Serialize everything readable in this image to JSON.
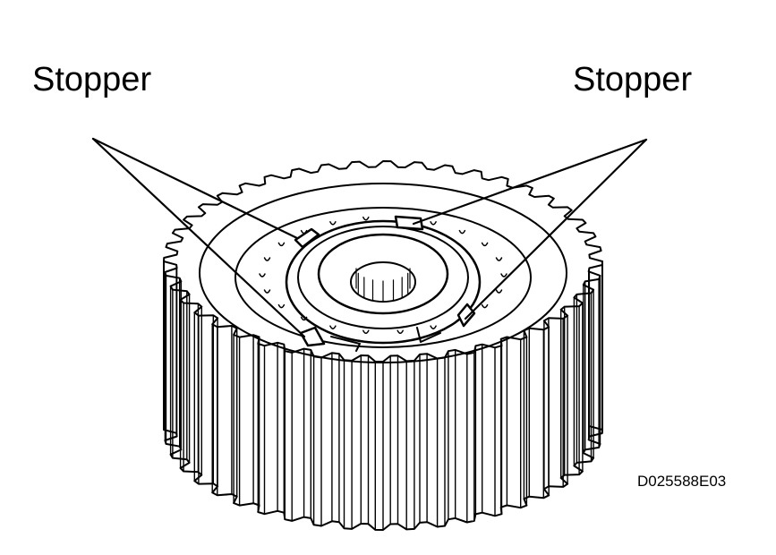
{
  "labels": {
    "left": "Stopper",
    "right": "Stopper"
  },
  "figure_code": "D025588E03",
  "colors": {
    "ink": "#000000",
    "paper": "#ffffff"
  }
}
